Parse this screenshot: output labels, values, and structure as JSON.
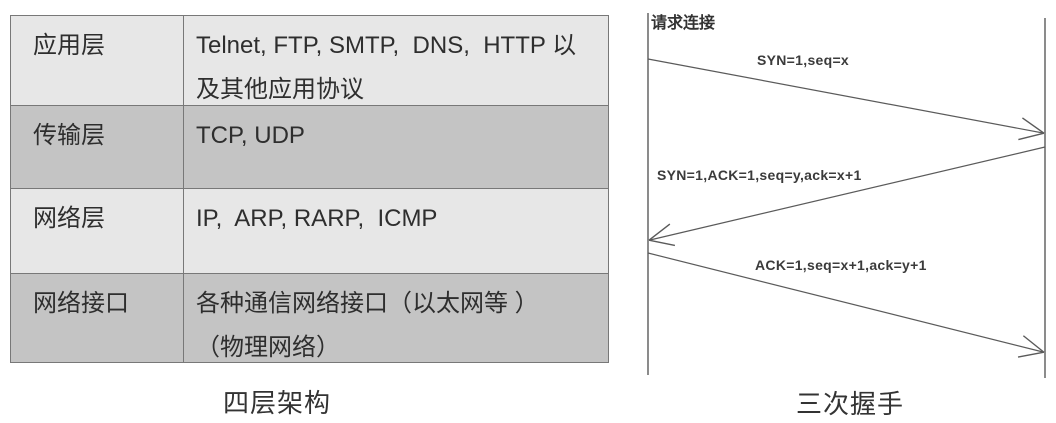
{
  "table": {
    "caption": "四层架构",
    "rows": [
      {
        "layer": "应用层",
        "content": "Telnet, FTP, SMTP,  DNS,  HTTP 以\n及其他应用协议"
      },
      {
        "layer": "传输层",
        "content": "TCP, UDP"
      },
      {
        "layer": "网络层",
        "content": "IP,  ARP, RARP,  ICMP"
      },
      {
        "layer": "网络接口",
        "content": "各种通信网络接口（以太网等 ）\n（物理网络）"
      }
    ]
  },
  "handshake": {
    "caption": "三次握手",
    "request_label": "请求连接",
    "messages": [
      {
        "label": "SYN=1,seq=x",
        "direction": "client-to-server"
      },
      {
        "label": "SYN=1,ACK=1,seq=y,ack=x+1",
        "direction": "server-to-client"
      },
      {
        "label": "ACK=1,seq=x+1,ack=y+1",
        "direction": "client-to-server"
      }
    ]
  },
  "colors": {
    "row_light": "#e7e7e7",
    "row_dark": "#c4c4c4",
    "table_border": "#787878",
    "diagram_line": "#5a5a5a",
    "text": "#2e2e2e",
    "background": "#ffffff"
  }
}
